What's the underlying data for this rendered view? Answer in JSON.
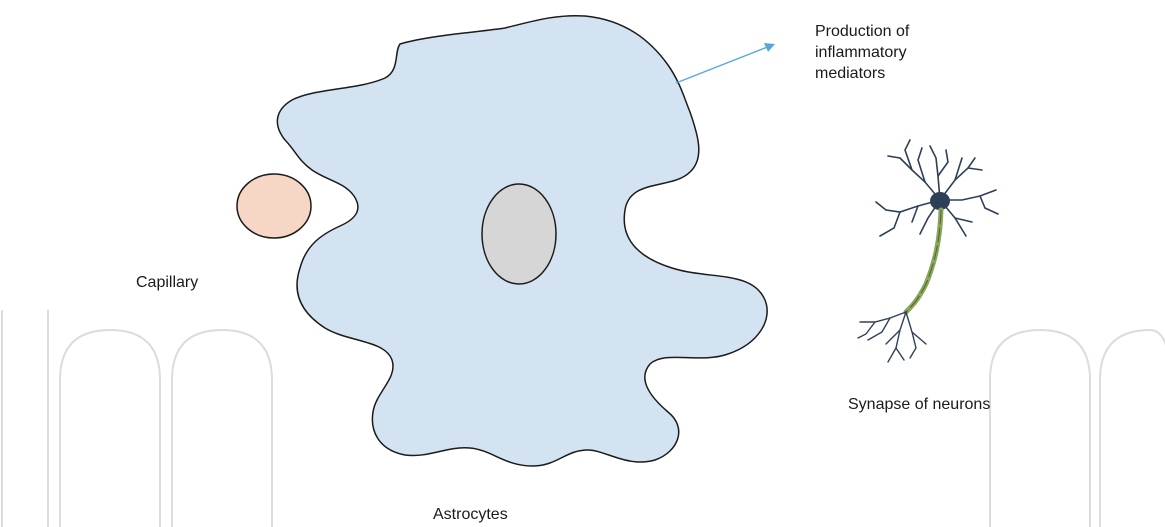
{
  "labels": {
    "capillary": "Capillary",
    "astrocytes": "Astrocytes",
    "production": "Production of inflammatory mediators",
    "synapse": "Synapse of neurons"
  },
  "colors": {
    "astrocyte_fill": "#d3e3f2",
    "capillary_fill": "#f6d6c4",
    "nucleus_fill": "#d6d6d6",
    "arrow": "#5aa6dc",
    "neuron_body": "#2e4057",
    "axon": "#8aa65a",
    "watermark": "#dcdcdc"
  },
  "icons": [
    "astrocyte-shape",
    "capillary-shape",
    "nucleus-shape",
    "arrow-icon",
    "neuron-icon"
  ]
}
